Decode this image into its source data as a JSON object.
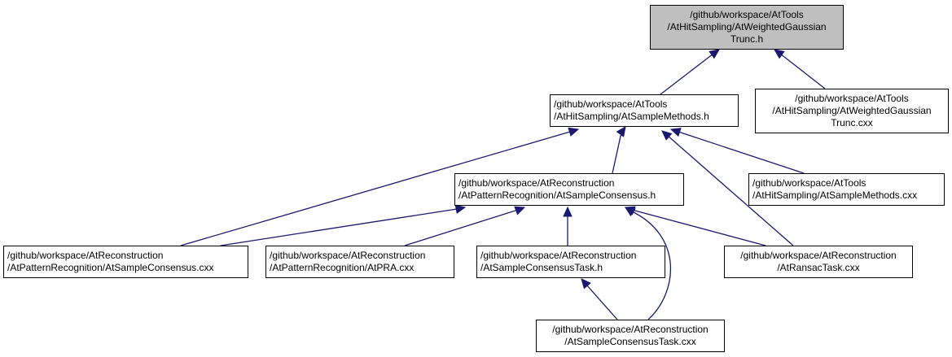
{
  "colors": {
    "edge": "#191970",
    "root_fill": "#bfbfbf",
    "node_fill": "#ffffff",
    "border": "#000000"
  },
  "nodes": [
    {
      "id": "root",
      "lines": [
        "/github/workspace/AtTools",
        "/AtHitSampling/AtWeightedGaussian",
        "Trunc.h"
      ],
      "highlight": true
    },
    {
      "id": "sample_methods_h",
      "lines": [
        "/github/workspace/AtTools",
        "/AtHitSampling/AtSampleMethods.h"
      ]
    },
    {
      "id": "weighted_gaussian_cxx",
      "lines": [
        "/github/workspace/AtTools",
        "/AtHitSampling/AtWeightedGaussian",
        "Trunc.cxx"
      ]
    },
    {
      "id": "sample_consensus_h",
      "lines": [
        "/github/workspace/AtReconstruction",
        "/AtPatternRecognition/AtSampleConsensus.h"
      ]
    },
    {
      "id": "sample_methods_cxx",
      "lines": [
        "/github/workspace/AtTools",
        "/AtHitSampling/AtSampleMethods.cxx"
      ]
    },
    {
      "id": "sample_consensus_cxx",
      "lines": [
        "/github/workspace/AtReconstruction",
        "/AtPatternRecognition/AtSampleConsensus.cxx"
      ]
    },
    {
      "id": "atpra_cxx",
      "lines": [
        "/github/workspace/AtReconstruction",
        "/AtPatternRecognition/AtPRA.cxx"
      ]
    },
    {
      "id": "sample_consensus_task_h",
      "lines": [
        "/github/workspace/AtReconstruction",
        "/AtSampleConsensusTask.h"
      ]
    },
    {
      "id": "ransac_task_cxx",
      "lines": [
        "/github/workspace/AtReconstruction",
        "/AtRansacTask.cxx"
      ]
    },
    {
      "id": "sample_consensus_task_cxx",
      "lines": [
        "/github/workspace/AtReconstruction",
        "/AtSampleConsensusTask.cxx"
      ]
    }
  ],
  "edges": [
    {
      "from": "sample_methods_h",
      "to": "root"
    },
    {
      "from": "weighted_gaussian_cxx",
      "to": "root"
    },
    {
      "from": "sample_consensus_h",
      "to": "sample_methods_h"
    },
    {
      "from": "sample_methods_cxx",
      "to": "sample_methods_h"
    },
    {
      "from": "sample_consensus_cxx",
      "to": "sample_methods_h"
    },
    {
      "from": "ransac_task_cxx",
      "to": "sample_methods_h"
    },
    {
      "from": "sample_consensus_cxx",
      "to": "sample_consensus_h"
    },
    {
      "from": "atpra_cxx",
      "to": "sample_consensus_h"
    },
    {
      "from": "sample_consensus_task_h",
      "to": "sample_consensus_h"
    },
    {
      "from": "ransac_task_cxx",
      "to": "sample_consensus_h"
    },
    {
      "from": "sample_consensus_task_cxx",
      "to": "sample_consensus_h"
    },
    {
      "from": "sample_consensus_task_cxx",
      "to": "sample_consensus_task_h"
    }
  ]
}
